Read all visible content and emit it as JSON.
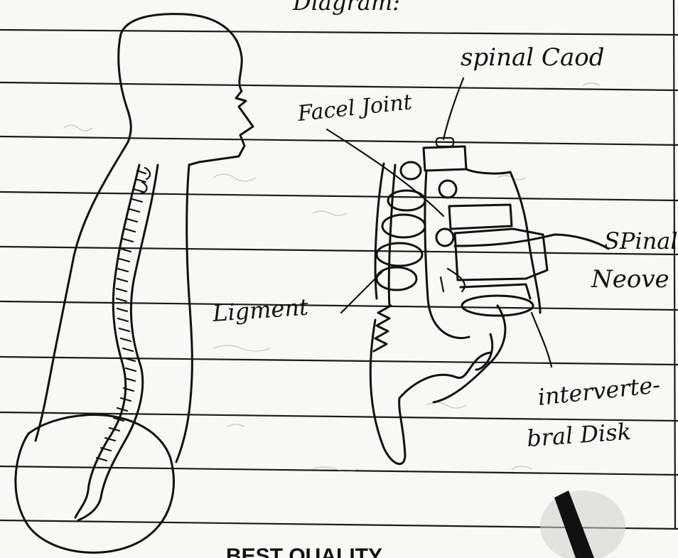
{
  "diagram": {
    "heading": "Diagram:",
    "labels": {
      "spinal_cord": "spinal Caod",
      "facet_joint": "Facel Joint",
      "spinal_nerve_line1": "SPinal",
      "spinal_nerve_line2": "Neove",
      "ligament": "Ligment",
      "intervertebral_line1": "interverte-",
      "intervertebral_line2": "bral Disk"
    }
  },
  "footer": {
    "stamp": "BEST QUALITY"
  },
  "colors": {
    "ink": "#111111",
    "paper": "#f8f8f6",
    "ruling": "#1b1b1b"
  }
}
